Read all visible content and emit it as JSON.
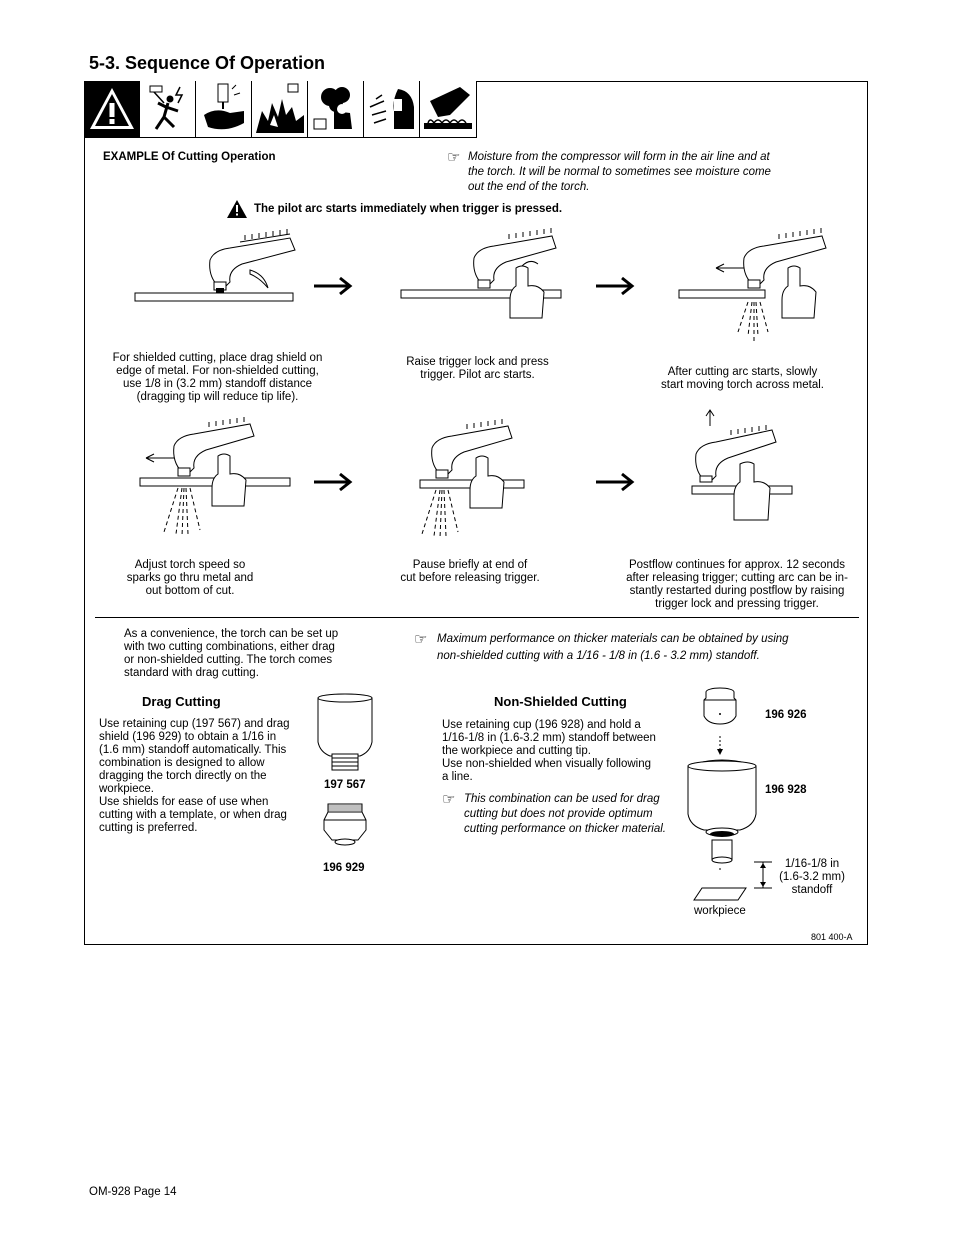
{
  "section_title": "5-3. Sequence Of Operation",
  "hazard_icons": [
    "warning-icon",
    "electric-shock-icon",
    "hot-torch-hand-icon",
    "explosion-fire-icon",
    "fumes-gas-icon",
    "arc-rays-face-shield-icon",
    "hot-parts-glove-icon"
  ],
  "example_heading": "EXAMPLE Of Cutting Operation",
  "moisture_note": {
    "line1": "Moisture from the compressor will form in the air line and at",
    "line2": "the torch. It will be normal to sometimes see moisture come",
    "line3": "out the end of the torch."
  },
  "pilot_warning": "The pilot arc starts immediately when trigger is pressed.",
  "steps": [
    {
      "lines": [
        "For shielded cutting, place drag shield on",
        "edge of metal. For non-shielded cutting,",
        "use 1/8 in (3.2 mm) standoff distance",
        "(dragging tip will reduce tip life)."
      ]
    },
    {
      "lines": [
        "Raise trigger lock and press",
        "trigger. Pilot arc starts."
      ]
    },
    {
      "lines": [
        "After cutting arc starts, slowly",
        "start moving torch across metal."
      ]
    },
    {
      "lines": [
        "Adjust torch speed so",
        "sparks go thru metal and",
        "out bottom of cut."
      ]
    },
    {
      "lines": [
        "Pause briefly at end of",
        "cut before releasing trigger."
      ]
    },
    {
      "lines": [
        "Postflow continues for approx. 12 seconds",
        "after releasing trigger; cutting arc can be in-",
        "stantly restarted during postflow by raising",
        "trigger lock and pressing trigger."
      ]
    }
  ],
  "convenience": {
    "lines": [
      "As a convenience, the torch can be set up",
      "with two cutting combinations, either drag",
      "or non-shielded cutting. The torch comes",
      "standard with drag cutting."
    ]
  },
  "max_perf_note": {
    "line1": "Maximum performance on thicker materials can be obtained by using",
    "line2": "non-shielded cutting with a 1/16 - 1/8 in (1.6 - 3.2 mm) standoff."
  },
  "drag": {
    "heading": "Drag Cutting",
    "lines": [
      "Use retaining cup (197 567) and drag",
      "shield (196 929) to obtain a 1/16 in",
      "(1.6 mm) standoff automatically. This",
      "combination is designed to allow",
      "dragging the torch directly on the",
      "workpiece.",
      "Use shields for ease of use when",
      "cutting with a template, or when drag",
      "cutting is preferred."
    ],
    "part_cup": "197 567",
    "part_shield": "196 929"
  },
  "nonshielded": {
    "heading": "Non-Shielded Cutting",
    "lines": [
      "Use retaining cup (196 928) and hold a",
      "1/16-1/8 in (1.6-3.2 mm) standoff between",
      "the workpiece and cutting tip.",
      "Use non-shielded when visually following",
      "a line."
    ],
    "note_lines": [
      "This combination can be used for drag",
      "cutting but does not provide optimum",
      "cutting performance on thicker material."
    ],
    "part_tip": "196 926",
    "part_cup": "196 928",
    "standoff_lines": [
      "1/16-1/8 in",
      "(1.6-3.2 mm)",
      "standoff"
    ],
    "workpiece": "workpiece"
  },
  "figure_id": "801 400-A",
  "page_footer": "OM-928 Page 14"
}
